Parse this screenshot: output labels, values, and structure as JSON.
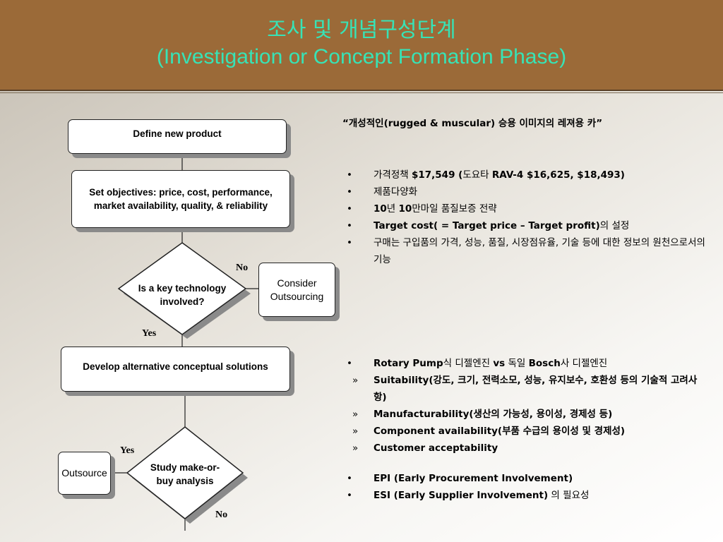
{
  "header": {
    "title_ko": "조사 및 개념구성단계",
    "title_en": "(Investigation or Concept Formation Phase)",
    "bg_color": "#9b6a38",
    "title_color": "#37e3b6"
  },
  "flowchart": {
    "define": "Define new product",
    "objectives_line1": "Set objectives: price, cost, performance,",
    "objectives_line2": "market availability, quality, & reliability",
    "decision_line1": "Is a key technology",
    "decision_line2": "involved?",
    "no_label_1": "No",
    "consider_line1": "Consider",
    "consider_line2": "Outsourcing",
    "yes_label_1": "Yes",
    "develop": "Develop alternative conceptual solutions",
    "yes_label_2": "Yes",
    "outsource": "Outsource",
    "study_line1": "Study make-or-",
    "study_line2": "buy analysis",
    "no_label_2": "No"
  },
  "right": {
    "quote_open": "“개성적인",
    "quote_bold": "(rugged & muscular)",
    "quote_rest": " 승용 이미지의 레져용 카”",
    "bullets1": [
      {
        "a": "가격정책 ",
        "b": "$17,549 (",
        "c": "도요타  ",
        "d": "RAV-4 $16,625, $18,493)"
      },
      {
        "a": "제품다양화"
      },
      {
        "b1": "10",
        "a1": "년 ",
        "b2": "10",
        "a2": "만마일 품질보증 전략"
      },
      {
        "b": "Target cost( = Target price – Target profit)",
        "a": "의 설정"
      },
      {
        "a": "구매는 구입품의 가격, 성능, 품질, 시장점유율, 기술 등에 대한 정보의 원천으로서의 기능"
      }
    ],
    "rotary": {
      "b1": "Rotary Pump",
      "a1": "식  디젤엔진 ",
      "b2": "vs",
      "a2": " 독일 ",
      "b3": "Bosch",
      "a3": "사 디젤엔진"
    },
    "sub_items": [
      "Suitability(강도, 크기, 전력소모, 성능, 유지보수, 호환성 등의 기술적 고려사항)",
      "Manufacturability(생산의 가능성, 용이성, 경제성 등)",
      "Component availability(부품 수급의 용이성 및 경제성)",
      "Customer acceptability"
    ],
    "epi": "EPI (Early Procurement Involvement)",
    "esi_b": "ESI (Early Supplier Involvement)",
    "esi_a": " 의 필요성"
  }
}
